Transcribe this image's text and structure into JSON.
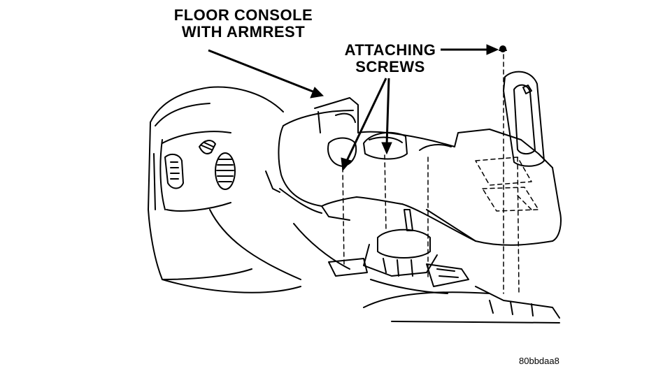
{
  "labels": {
    "console_line1": "FLOOR CONSOLE",
    "console_line2": "WITH ARMREST",
    "screws_line1": "ATTACHING",
    "screws_line2": "SCREWS"
  },
  "figure_id": "80bbdaa8",
  "colors": {
    "ink": "#000000",
    "background": "#ffffff"
  }
}
